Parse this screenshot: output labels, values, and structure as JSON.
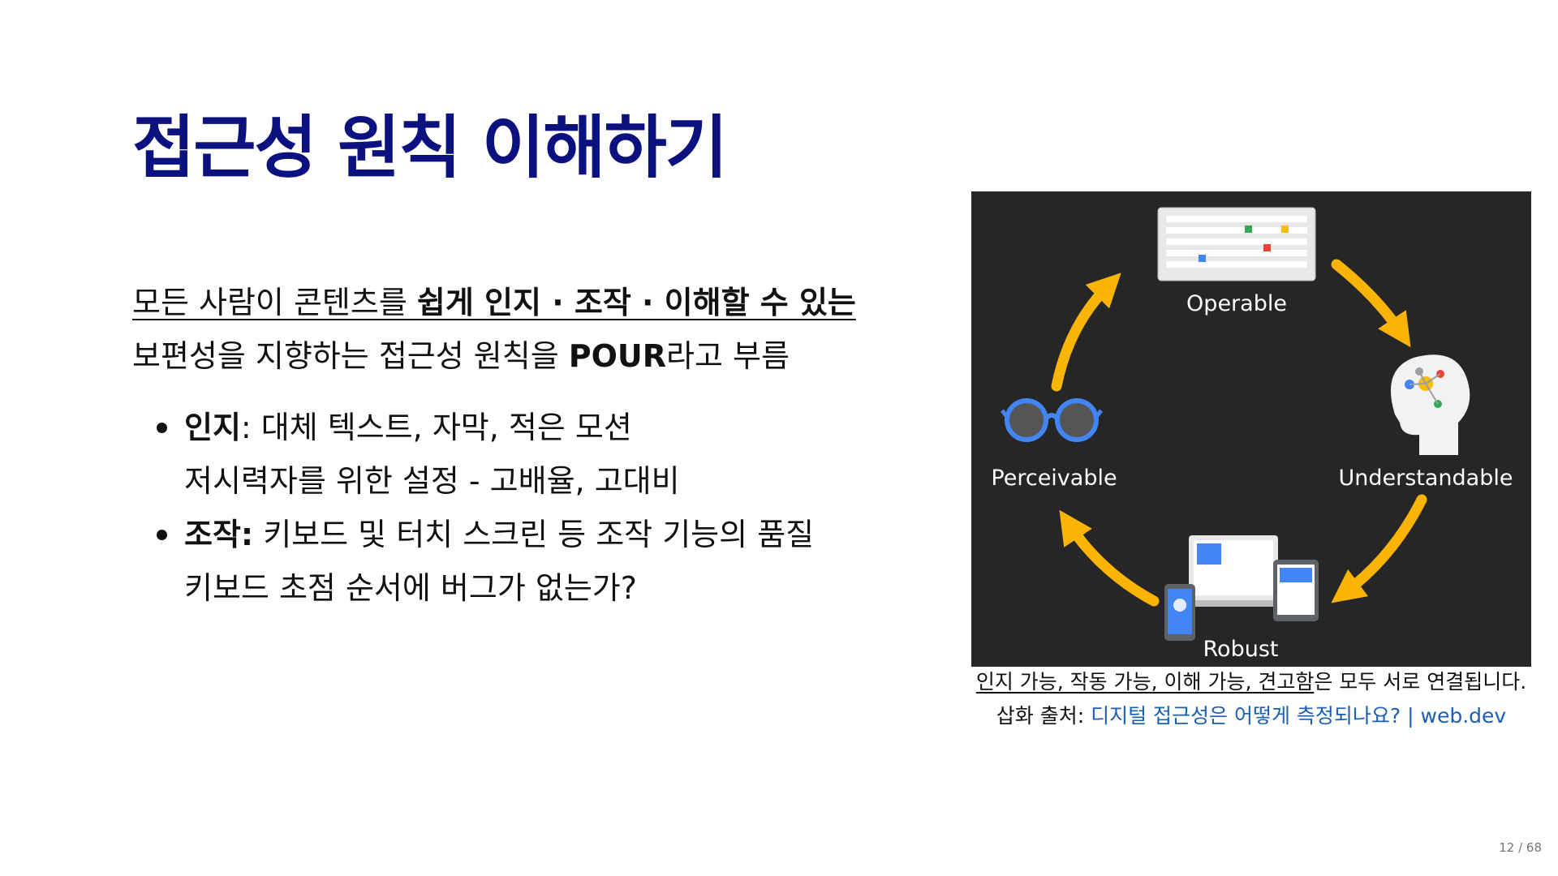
{
  "slide": {
    "title": "접근성 원칙 이해하기",
    "intro": {
      "part1_plain": "모든 사람이 콘텐츠를 ",
      "part1_bold": "쉽게 인지 · 조작 · 이해할 수 있는",
      "part2_plain": "보편성을 지향하는 접근성 원칙을 ",
      "part2_bold": "POUR",
      "part2_end": "라고 부름"
    },
    "bullets": [
      {
        "term": "인지",
        "text": ": 대체 텍스트, 자막, 적은 모션",
        "subtext": "저시력자를 위한 설정 - 고배율, 고대비"
      },
      {
        "term": "조작:",
        "text": " 키보드 및 터치 스크린 등 조작 기능의 품질",
        "subtext": "키보드 초점 순서에 버그가 없는가?"
      }
    ]
  },
  "figure": {
    "labels": {
      "operable": "Operable",
      "perceivable": "Perceivable",
      "understandable": "Understandable",
      "robust": "Robust"
    },
    "icons": [
      "keyboard-icon",
      "head-brain-icon",
      "glasses-icon",
      "devices-icon",
      "cycle-arrow-icon"
    ],
    "colors": {
      "background": "#262626",
      "arrow": "#f9b405",
      "label": "#ffffff"
    }
  },
  "caption": {
    "line1_underlined": "인지 가능, 작동 가능, 이해 가능, 견고함",
    "line1_rest": "은 모두 서로 연결됩니다.",
    "line2_prefix": "삽화 출처: ",
    "line2_link": "디지털 접근성은 어떻게 측정되나요? | web.dev"
  },
  "page_number": "12 / 68"
}
